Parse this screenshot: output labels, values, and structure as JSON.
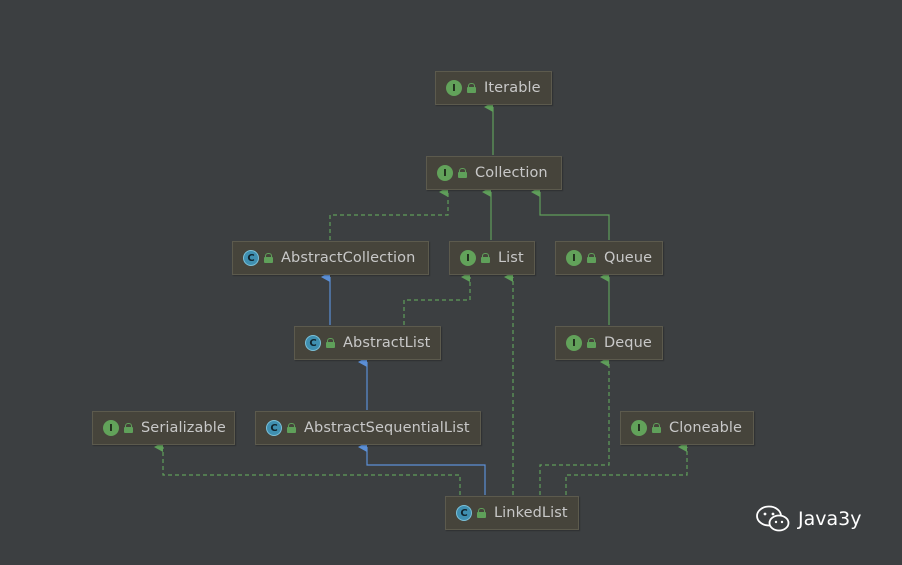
{
  "nodes": {
    "iterable": {
      "kind": "I",
      "label": "Iterable"
    },
    "collection": {
      "kind": "I",
      "label": "Collection"
    },
    "abstractcollection": {
      "kind": "C",
      "label": "AbstractCollection"
    },
    "list": {
      "kind": "I",
      "label": "List"
    },
    "queue": {
      "kind": "I",
      "label": "Queue"
    },
    "abstractlist": {
      "kind": "C",
      "label": "AbstractList"
    },
    "deque": {
      "kind": "I",
      "label": "Deque"
    },
    "serializable": {
      "kind": "I",
      "label": "Serializable"
    },
    "abstractsequentiallist": {
      "kind": "C",
      "label": "AbstractSequentialList"
    },
    "cloneable": {
      "kind": "I",
      "label": "Cloneable"
    },
    "linkedlist": {
      "kind": "C",
      "label": "LinkedList"
    }
  },
  "edges": [
    {
      "from": "collection",
      "to": "iterable",
      "type": "extends-interface"
    },
    {
      "from": "abstractcollection",
      "to": "collection",
      "type": "implements"
    },
    {
      "from": "list",
      "to": "collection",
      "type": "extends-interface"
    },
    {
      "from": "queue",
      "to": "collection",
      "type": "extends-interface"
    },
    {
      "from": "abstractlist",
      "to": "abstractcollection",
      "type": "extends-class"
    },
    {
      "from": "abstractlist",
      "to": "list",
      "type": "implements"
    },
    {
      "from": "deque",
      "to": "queue",
      "type": "extends-interface"
    },
    {
      "from": "abstractsequentiallist",
      "to": "abstractlist",
      "type": "extends-class"
    },
    {
      "from": "linkedlist",
      "to": "abstractsequentiallist",
      "type": "extends-class"
    },
    {
      "from": "linkedlist",
      "to": "serializable",
      "type": "implements"
    },
    {
      "from": "linkedlist",
      "to": "list",
      "type": "implements"
    },
    {
      "from": "linkedlist",
      "to": "deque",
      "type": "implements"
    },
    {
      "from": "linkedlist",
      "to": "cloneable",
      "type": "implements"
    }
  ],
  "colors": {
    "background": "#3c3f41",
    "interface_edge": "#5f9e5a",
    "class_edge": "#5b8fd6"
  },
  "watermark": {
    "text": "Java3y",
    "icon": "wechat-icon"
  }
}
